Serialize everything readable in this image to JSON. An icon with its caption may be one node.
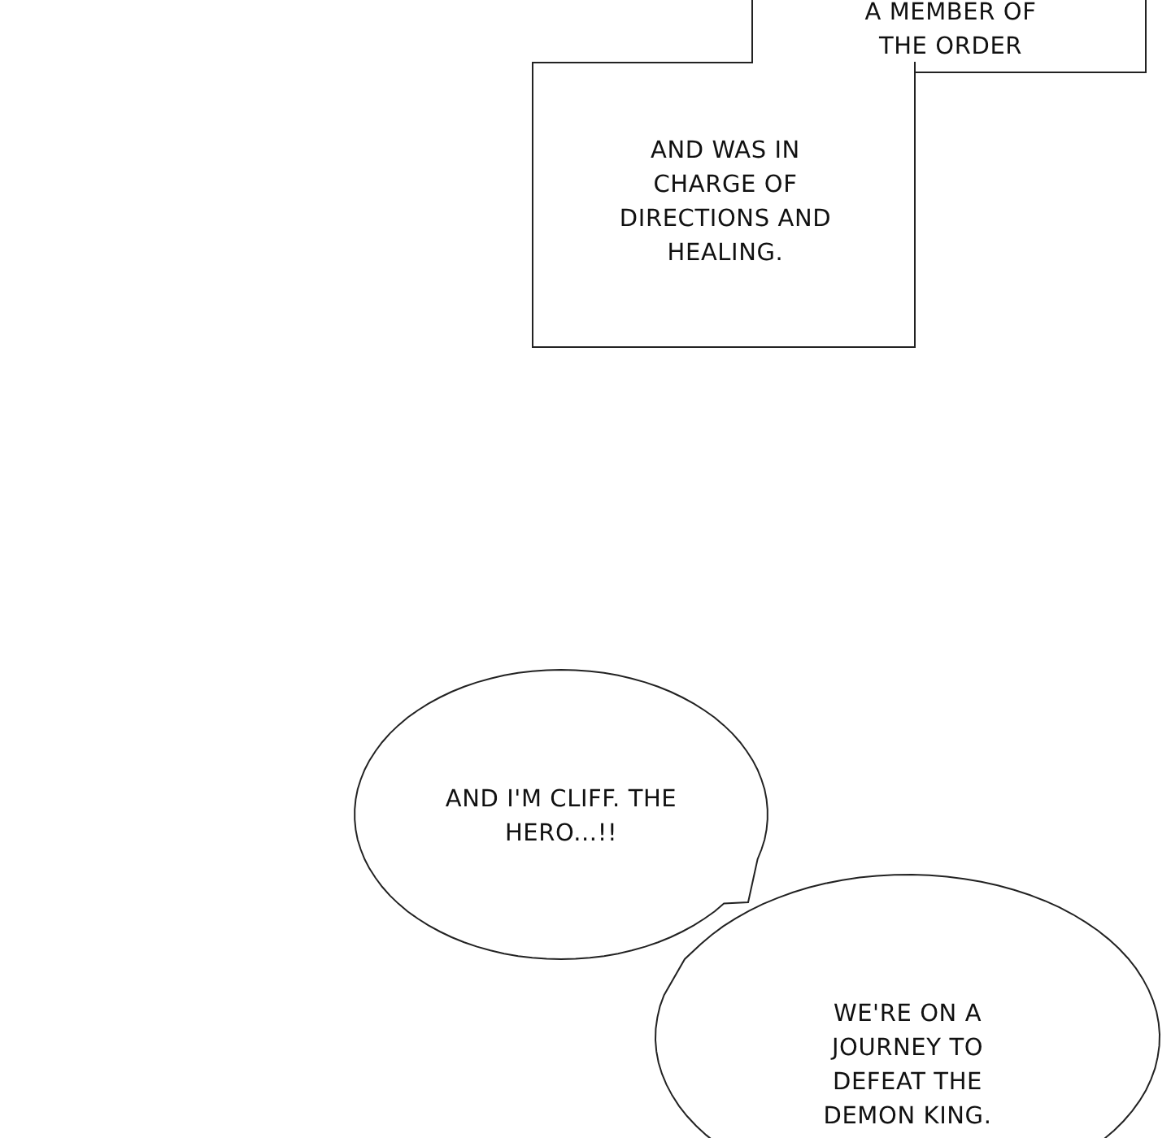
{
  "diagram": {
    "nodes": [
      {
        "text": [
          "A MEMBER OF THE ORDER"
        ]
      },
      {
        "text": [
          "AND WAS IN CHARGE OF DIRECTIONS AND HEALING."
        ]
      },
      {
        "text": [
          "AND I'M CLIFF. THE HERO...!!"
        ]
      },
      {
        "text": [
          "WE'RE ON A JOURNEY TO DEFEAT THE DEMON KING."
        ]
      }
    ],
    "edges": []
  }
}
